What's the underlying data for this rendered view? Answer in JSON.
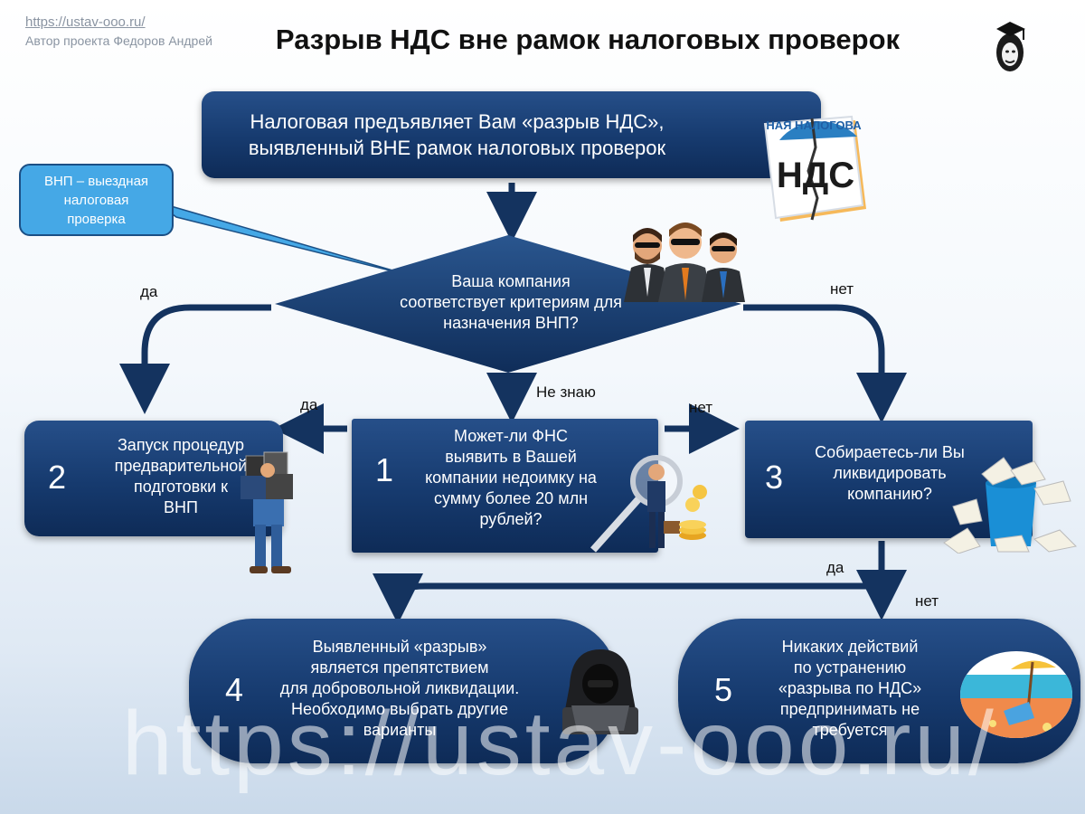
{
  "header": {
    "site_url": "https://ustav-ooo.ru/",
    "author": "Автор проекта Федоров Андрей",
    "title": "Разрыв НДС вне рамок налоговых проверок"
  },
  "top_box": {
    "line1": "Налоговая предъявляет Вам «разрыв НДС»,",
    "line2": "выявленный ВНЕ рамок налоговых проверок"
  },
  "nds_badge": {
    "ring_text": "НАЯ НАЛОГОВА",
    "label": "НДС"
  },
  "callout": {
    "lines": [
      "ВНП – выездная",
      "налоговая",
      "проверка"
    ]
  },
  "decision": {
    "lines": [
      "Ваша компания",
      "соответствует критериям для",
      "назначения ВНП?"
    ]
  },
  "labels": {
    "yes_left": "да",
    "no_right": "нет",
    "dont_know": "Не знаю",
    "yes_mid": "да",
    "no_mid": "нет",
    "yes_3": "да",
    "no_3": "нет"
  },
  "box1": {
    "number": "1",
    "lines": [
      "Может-ли ФНС",
      "выявить в Вашей",
      "компании недоимку на",
      "сумму более 20 млн",
      "рублей?"
    ]
  },
  "box2": {
    "number": "2",
    "lines": [
      "Запуск процедур",
      "предварительной",
      "подготовки к",
      "ВНП"
    ]
  },
  "box3": {
    "number": "3",
    "lines": [
      "Собираетесь-ли Вы",
      "ликвидировать",
      "компанию?"
    ]
  },
  "box4": {
    "number": "4",
    "lines": [
      "Выявленный «разрыв»",
      "является  препятствием",
      "для добровольной ликвидации.",
      "Необходимо выбрать другие",
      "варианты"
    ]
  },
  "box5": {
    "number": "5",
    "lines": [
      "Никаких действий",
      "по устранению",
      "«разрыва по НДС»",
      "предпринимать не",
      "требуется"
    ]
  },
  "watermark": "https://ustav-ooo.ru/",
  "colors": {
    "dark_blue": "#163a6e",
    "arrow": "#14335f",
    "callout": "#45a8e6"
  }
}
